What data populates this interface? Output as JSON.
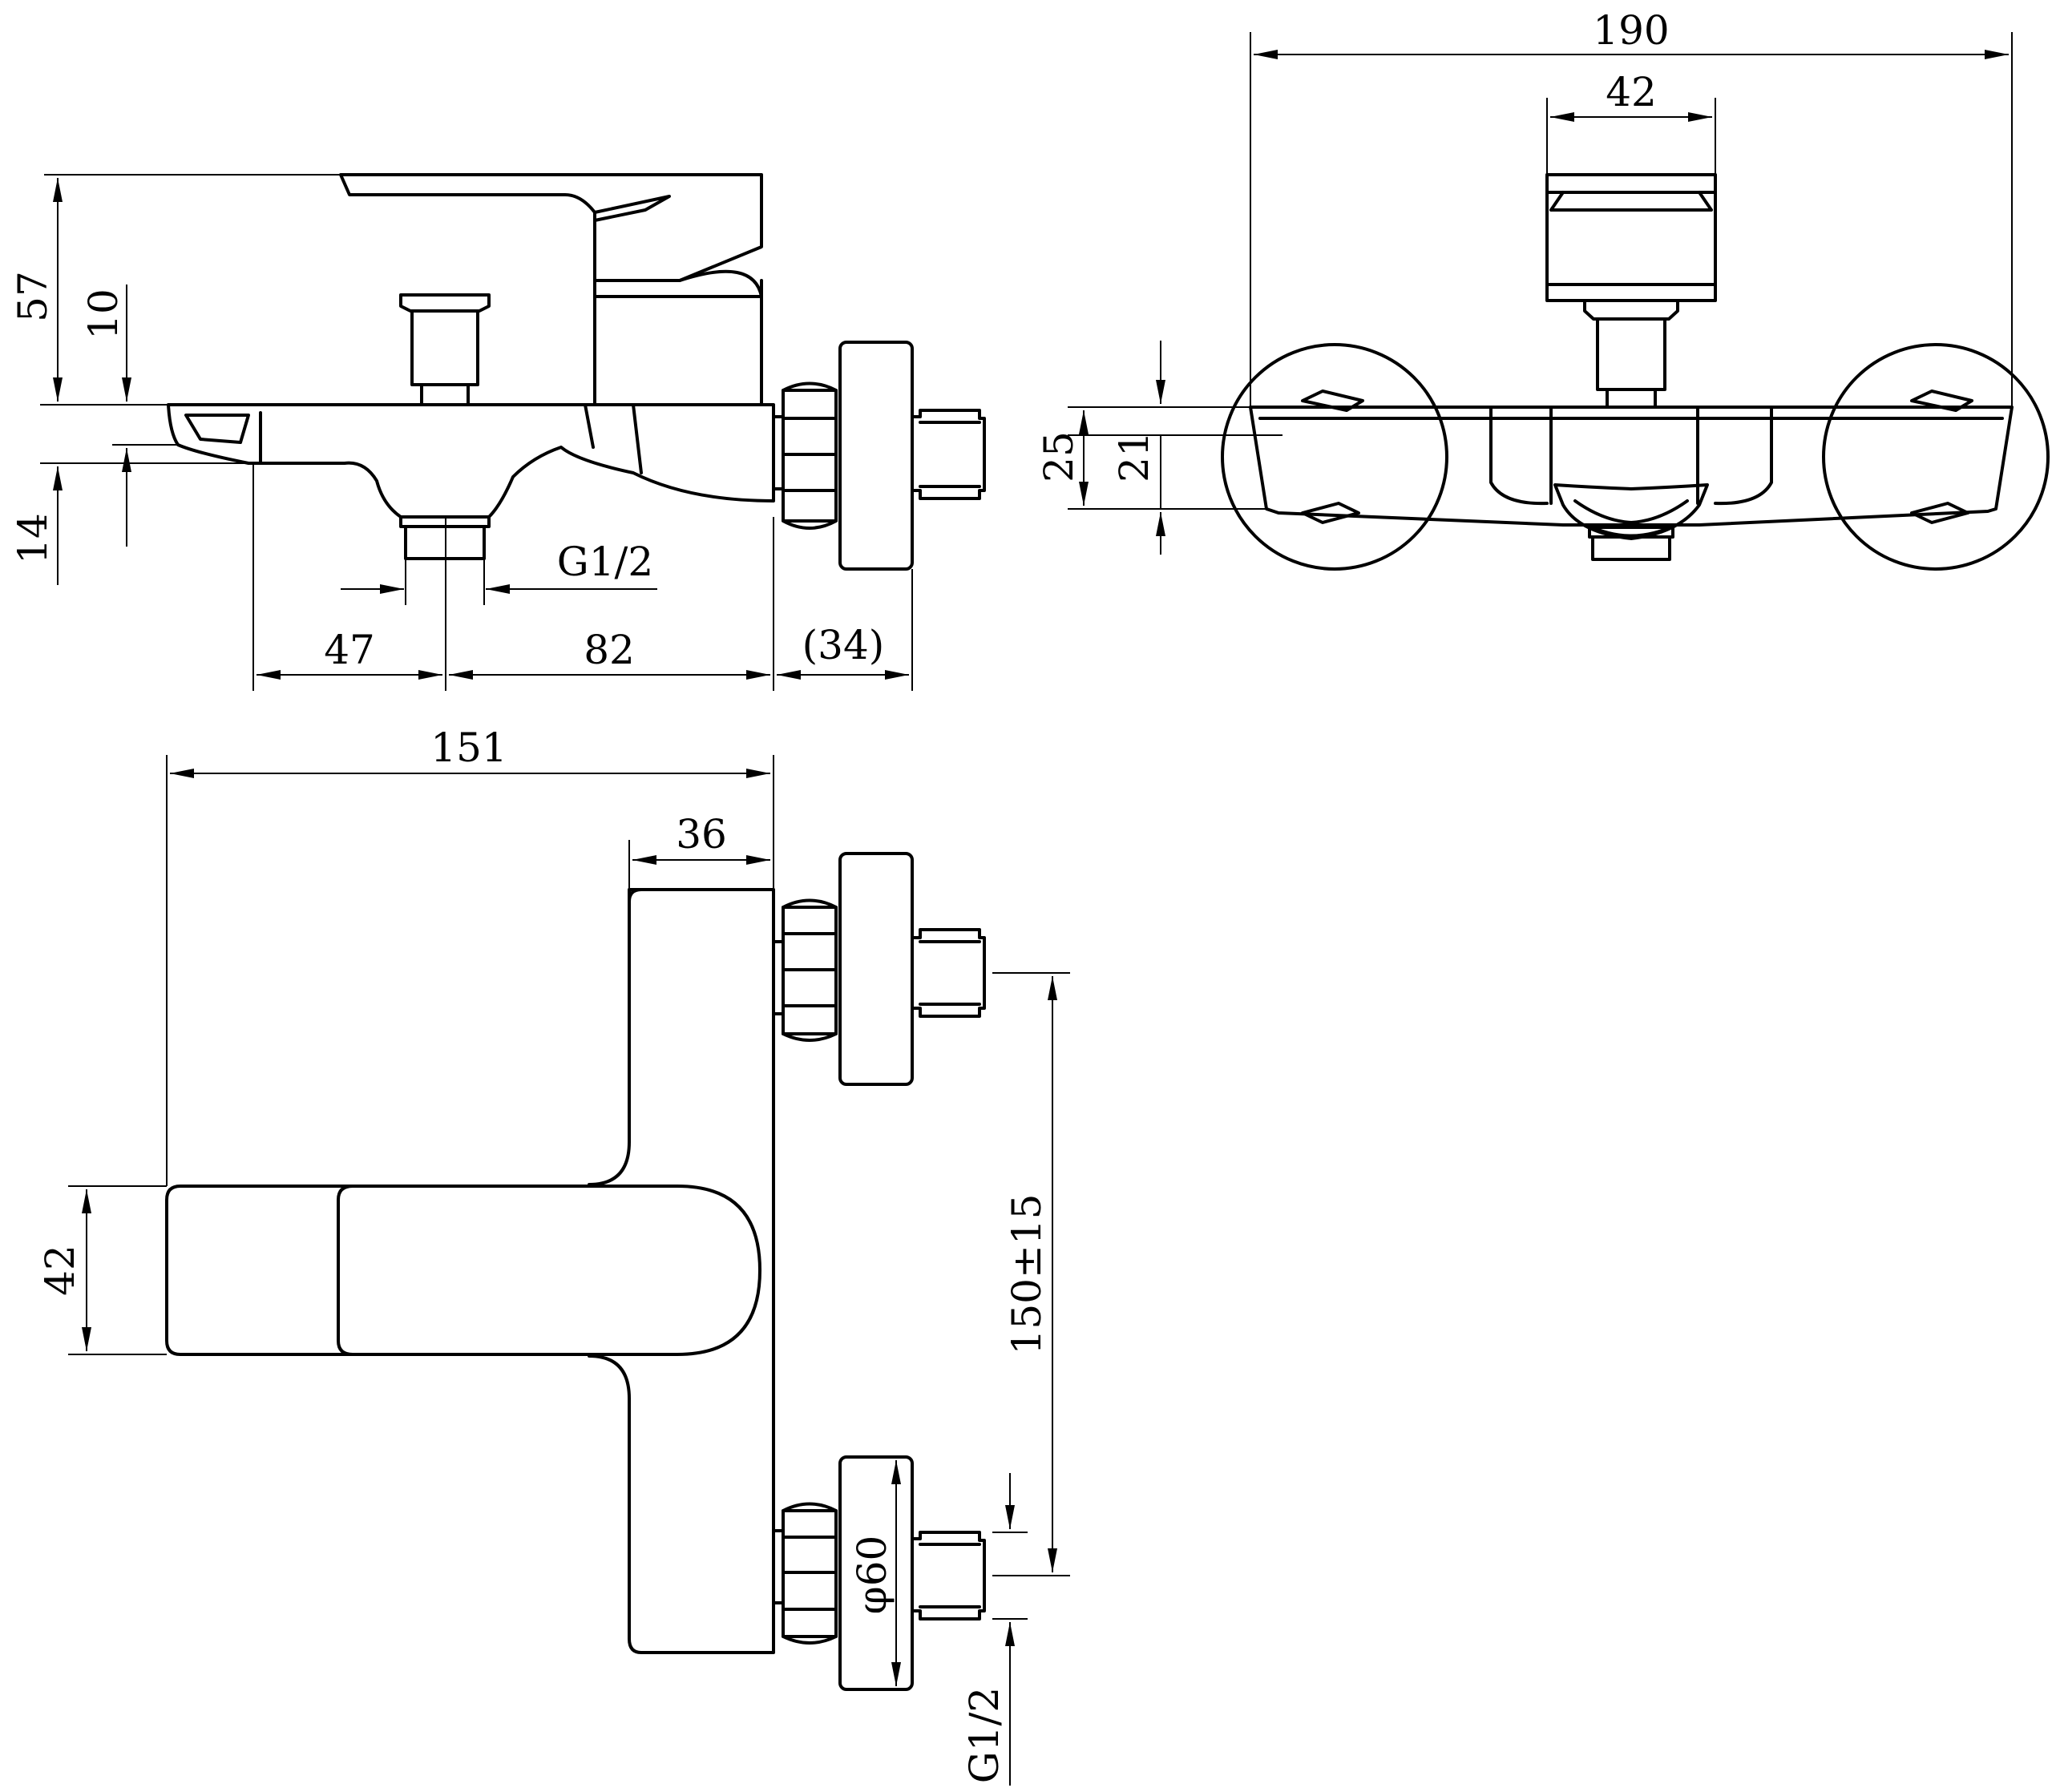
{
  "dimensions": {
    "side_height_57": "57",
    "side_height_10": "10",
    "side_height_14": "14",
    "side_thread_g12": "G1/2",
    "side_width_47": "47",
    "side_width_82": "82",
    "side_width_34": "(34)",
    "front_width_190": "190",
    "front_width_42": "42",
    "front_height_25": "25",
    "front_height_21": "21",
    "top_width_151": "151",
    "top_width_36": "36",
    "top_height_42": "42",
    "top_center_distance": "150±15",
    "top_flange_diameter": "φ60",
    "top_thread_g12": "G1/2"
  }
}
